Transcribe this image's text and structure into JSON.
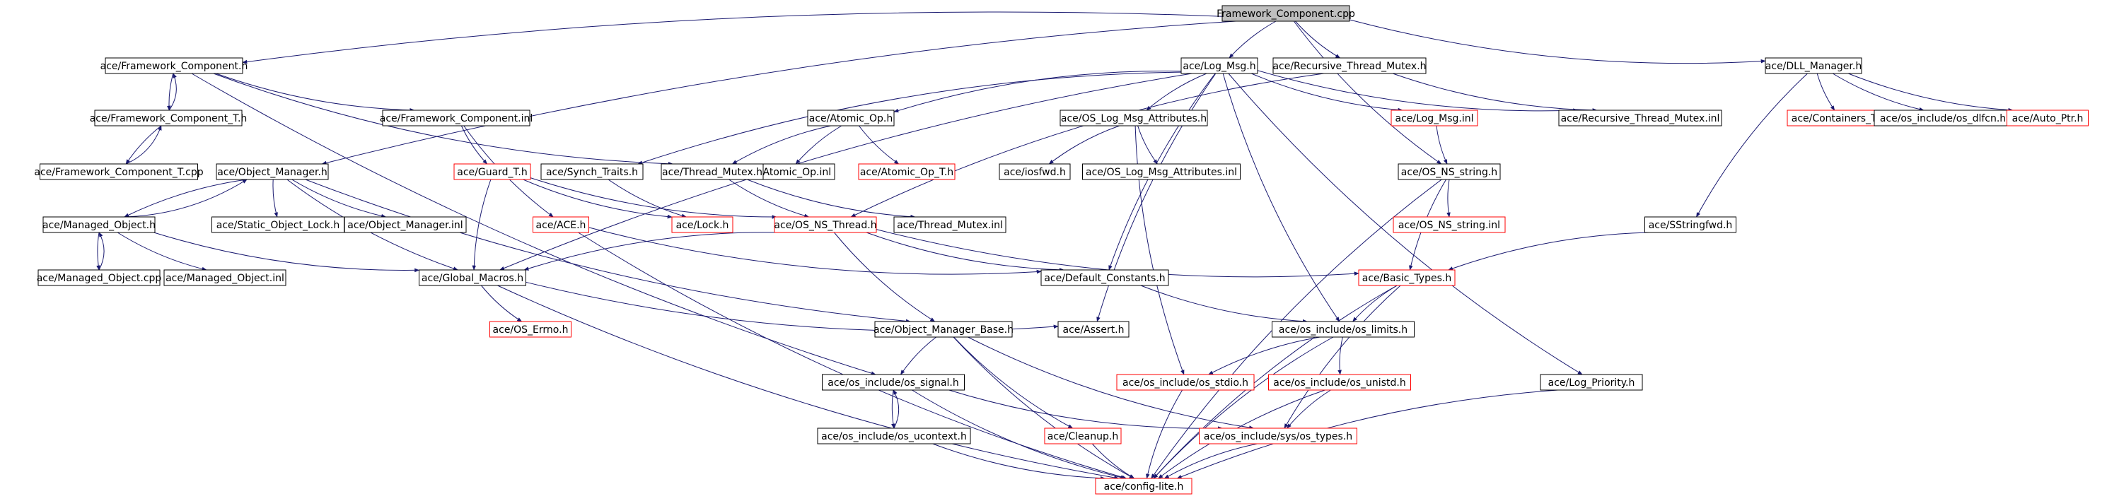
{
  "diagram": {
    "colors": {
      "edge": "#191970",
      "border_normal": "#000000",
      "border_red": "#ff0000",
      "fill_root": "#bfbfbf",
      "fill_normal": "#ffffff",
      "text": "#000000"
    },
    "nodes": [
      {
        "id": "fwcpp",
        "label": "Framework_Component.cpp",
        "style": "root"
      },
      {
        "id": "fwh",
        "label": "ace/Framework_Component.h",
        "style": "normal"
      },
      {
        "id": "logmsg",
        "label": "ace/Log_Msg.h",
        "style": "normal"
      },
      {
        "id": "rtmh",
        "label": "ace/Recursive_Thread_Mutex.h",
        "style": "normal"
      },
      {
        "id": "dll",
        "label": "ace/DLL_Manager.h",
        "style": "normal"
      },
      {
        "id": "fwth",
        "label": "ace/Framework_Component_T.h",
        "style": "normal"
      },
      {
        "id": "fwinl",
        "label": "ace/Framework_Component.inl",
        "style": "normal"
      },
      {
        "id": "atomic",
        "label": "ace/Atomic_Op.h",
        "style": "normal"
      },
      {
        "id": "oslma",
        "label": "ace/OS_Log_Msg_Attributes.h",
        "style": "normal"
      },
      {
        "id": "logmsginl",
        "label": "ace/Log_Msg.inl",
        "style": "red"
      },
      {
        "id": "rtminl",
        "label": "ace/Recursive_Thread_Mutex.inl",
        "style": "normal"
      },
      {
        "id": "containers",
        "label": "ace/Containers_T.h",
        "style": "red"
      },
      {
        "id": "dlfcn",
        "label": "ace/os_include/os_dlfcn.h",
        "style": "normal"
      },
      {
        "id": "autoptr",
        "label": "ace/Auto_Ptr.h",
        "style": "red"
      },
      {
        "id": "fwtcpp",
        "label": "ace/Framework_Component_T.cpp",
        "style": "normal"
      },
      {
        "id": "guard",
        "label": "ace/Guard_T.h",
        "style": "red"
      },
      {
        "id": "atomicinl",
        "label": "ace/Atomic_Op.inl",
        "style": "normal"
      },
      {
        "id": "atomict",
        "label": "ace/Atomic_Op_T.h",
        "style": "red"
      },
      {
        "id": "iosfwd",
        "label": "ace/iosfwd.h",
        "style": "normal"
      },
      {
        "id": "oslmainl",
        "label": "ace/OS_Log_Msg_Attributes.inl",
        "style": "normal"
      },
      {
        "id": "objmgr",
        "label": "ace/Object_Manager.h",
        "style": "normal"
      },
      {
        "id": "synch",
        "label": "ace/Synch_Traits.h",
        "style": "normal"
      },
      {
        "id": "thmutex",
        "label": "ace/Thread_Mutex.h",
        "style": "normal"
      },
      {
        "id": "nsstring",
        "label": "ace/OS_NS_string.h",
        "style": "normal"
      },
      {
        "id": "mobjh",
        "label": "ace/Managed_Object.h",
        "style": "normal"
      },
      {
        "id": "static",
        "label": "ace/Static_Object_Lock.h",
        "style": "normal"
      },
      {
        "id": "objmgrinl",
        "label": "ace/Object_Manager.inl",
        "style": "normal"
      },
      {
        "id": "aceh",
        "label": "ace/ACE.h",
        "style": "red"
      },
      {
        "id": "lock",
        "label": "ace/Lock.h",
        "style": "red"
      },
      {
        "id": "nsthread",
        "label": "ace/OS_NS_Thread.h",
        "style": "red"
      },
      {
        "id": "thmutexinl",
        "label": "ace/Thread_Mutex.inl",
        "style": "normal"
      },
      {
        "id": "nsstringinl",
        "label": "ace/OS_NS_string.inl",
        "style": "red"
      },
      {
        "id": "sstringfwd",
        "label": "ace/SStringfwd.h",
        "style": "normal"
      },
      {
        "id": "mobjcpp",
        "label": "ace/Managed_Object.cpp",
        "style": "normal"
      },
      {
        "id": "mobjinl",
        "label": "ace/Managed_Object.inl",
        "style": "normal"
      },
      {
        "id": "globmac",
        "label": "ace/Global_Macros.h",
        "style": "normal"
      },
      {
        "id": "defconst",
        "label": "ace/Default_Constants.h",
        "style": "normal"
      },
      {
        "id": "basictypes",
        "label": "ace/Basic_Types.h",
        "style": "red"
      },
      {
        "id": "oserrno",
        "label": "ace/OS_Errno.h",
        "style": "red"
      },
      {
        "id": "objmgrbase",
        "label": "ace/Object_Manager_Base.h",
        "style": "normal"
      },
      {
        "id": "assert",
        "label": "ace/Assert.h",
        "style": "normal"
      },
      {
        "id": "limits",
        "label": "ace/os_include/os_limits.h",
        "style": "normal"
      },
      {
        "id": "signal",
        "label": "ace/os_include/os_signal.h",
        "style": "normal"
      },
      {
        "id": "stdio",
        "label": "ace/os_include/os_stdio.h",
        "style": "red"
      },
      {
        "id": "unistd",
        "label": "ace/os_include/os_unistd.h",
        "style": "red"
      },
      {
        "id": "logprio",
        "label": "ace/Log_Priority.h",
        "style": "normal"
      },
      {
        "id": "ucontext",
        "label": "ace/os_include/os_ucontext.h",
        "style": "normal"
      },
      {
        "id": "cleanup",
        "label": "ace/Cleanup.h",
        "style": "red"
      },
      {
        "id": "systypes",
        "label": "ace/os_include/sys/os_types.h",
        "style": "red"
      },
      {
        "id": "config",
        "label": "ace/config-lite.h",
        "style": "red"
      }
    ],
    "edges": [
      [
        "fwcpp",
        "fwh"
      ],
      [
        "fwcpp",
        "logmsg"
      ],
      [
        "fwcpp",
        "rtmh"
      ],
      [
        "fwcpp",
        "dll"
      ],
      [
        "fwcpp",
        "objmgr"
      ],
      [
        "fwcpp",
        "nsstring"
      ],
      [
        "fwh",
        "fwth"
      ],
      [
        "fwh",
        "fwinl"
      ],
      [
        "fwh",
        "thmutex"
      ],
      [
        "fwh",
        "signal"
      ],
      [
        "fwth",
        "fwh"
      ],
      [
        "fwth",
        "fwtcpp"
      ],
      [
        "fwtcpp",
        "fwth"
      ],
      [
        "fwinl",
        "guard"
      ],
      [
        "fwinl",
        "aceh"
      ],
      [
        "logmsg",
        "atomic"
      ],
      [
        "logmsg",
        "oslma"
      ],
      [
        "logmsg",
        "logmsginl"
      ],
      [
        "logmsg",
        "rtminl"
      ],
      [
        "logmsg",
        "synch"
      ],
      [
        "logmsg",
        "globmac"
      ],
      [
        "logmsg",
        "defconst"
      ],
      [
        "logmsg",
        "assert"
      ],
      [
        "logmsg",
        "limits"
      ],
      [
        "logmsg",
        "logprio"
      ],
      [
        "rtmh",
        "rtminl"
      ],
      [
        "rtmh",
        "nsthread"
      ],
      [
        "dll",
        "containers"
      ],
      [
        "dll",
        "dlfcn"
      ],
      [
        "dll",
        "autoptr"
      ],
      [
        "dll",
        "sstringfwd"
      ],
      [
        "atomic",
        "thmutex"
      ],
      [
        "atomic",
        "atomicinl"
      ],
      [
        "atomic",
        "atomict"
      ],
      [
        "oslma",
        "iosfwd"
      ],
      [
        "oslma",
        "oslmainl"
      ],
      [
        "oslma",
        "stdio"
      ],
      [
        "logmsginl",
        "nsstring"
      ],
      [
        "objmgr",
        "mobjh"
      ],
      [
        "objmgr",
        "static"
      ],
      [
        "objmgr",
        "objmgrinl"
      ],
      [
        "objmgr",
        "globmac"
      ],
      [
        "objmgr",
        "objmgrbase"
      ],
      [
        "synch",
        "lock"
      ],
      [
        "thmutex",
        "nsthread"
      ],
      [
        "thmutex",
        "thmutexinl"
      ],
      [
        "guard",
        "lock"
      ],
      [
        "guard",
        "nsthread"
      ],
      [
        "guard",
        "globmac"
      ],
      [
        "nsstring",
        "nsstringinl"
      ],
      [
        "nsstring",
        "basictypes"
      ],
      [
        "nsstring",
        "config"
      ],
      [
        "mobjh",
        "objmgr"
      ],
      [
        "mobjh",
        "mobjcpp"
      ],
      [
        "mobjh",
        "mobjinl"
      ],
      [
        "mobjh",
        "globmac"
      ],
      [
        "mobjcpp",
        "mobjh"
      ],
      [
        "aceh",
        "config"
      ],
      [
        "aceh",
        "defconst"
      ],
      [
        "nsthread",
        "globmac"
      ],
      [
        "nsthread",
        "defconst"
      ],
      [
        "nsthread",
        "objmgrbase"
      ],
      [
        "nsthread",
        "basictypes"
      ],
      [
        "sstringfwd",
        "basictypes"
      ],
      [
        "globmac",
        "oserrno"
      ],
      [
        "globmac",
        "assert"
      ],
      [
        "globmac",
        "config"
      ],
      [
        "defconst",
        "limits"
      ],
      [
        "basictypes",
        "limits"
      ],
      [
        "basictypes",
        "systypes"
      ],
      [
        "basictypes",
        "config"
      ],
      [
        "objmgrbase",
        "signal"
      ],
      [
        "objmgrbase",
        "cleanup"
      ],
      [
        "objmgrbase",
        "systypes"
      ],
      [
        "objmgrbase",
        "config"
      ],
      [
        "limits",
        "stdio"
      ],
      [
        "limits",
        "unistd"
      ],
      [
        "limits",
        "config"
      ],
      [
        "signal",
        "ucontext"
      ],
      [
        "signal",
        "systypes"
      ],
      [
        "signal",
        "config"
      ],
      [
        "ucontext",
        "signal"
      ],
      [
        "ucontext",
        "config"
      ],
      [
        "stdio",
        "config"
      ],
      [
        "unistd",
        "systypes"
      ],
      [
        "unistd",
        "config"
      ],
      [
        "cleanup",
        "config"
      ],
      [
        "systypes",
        "config"
      ],
      [
        "logprio",
        "config"
      ]
    ]
  }
}
